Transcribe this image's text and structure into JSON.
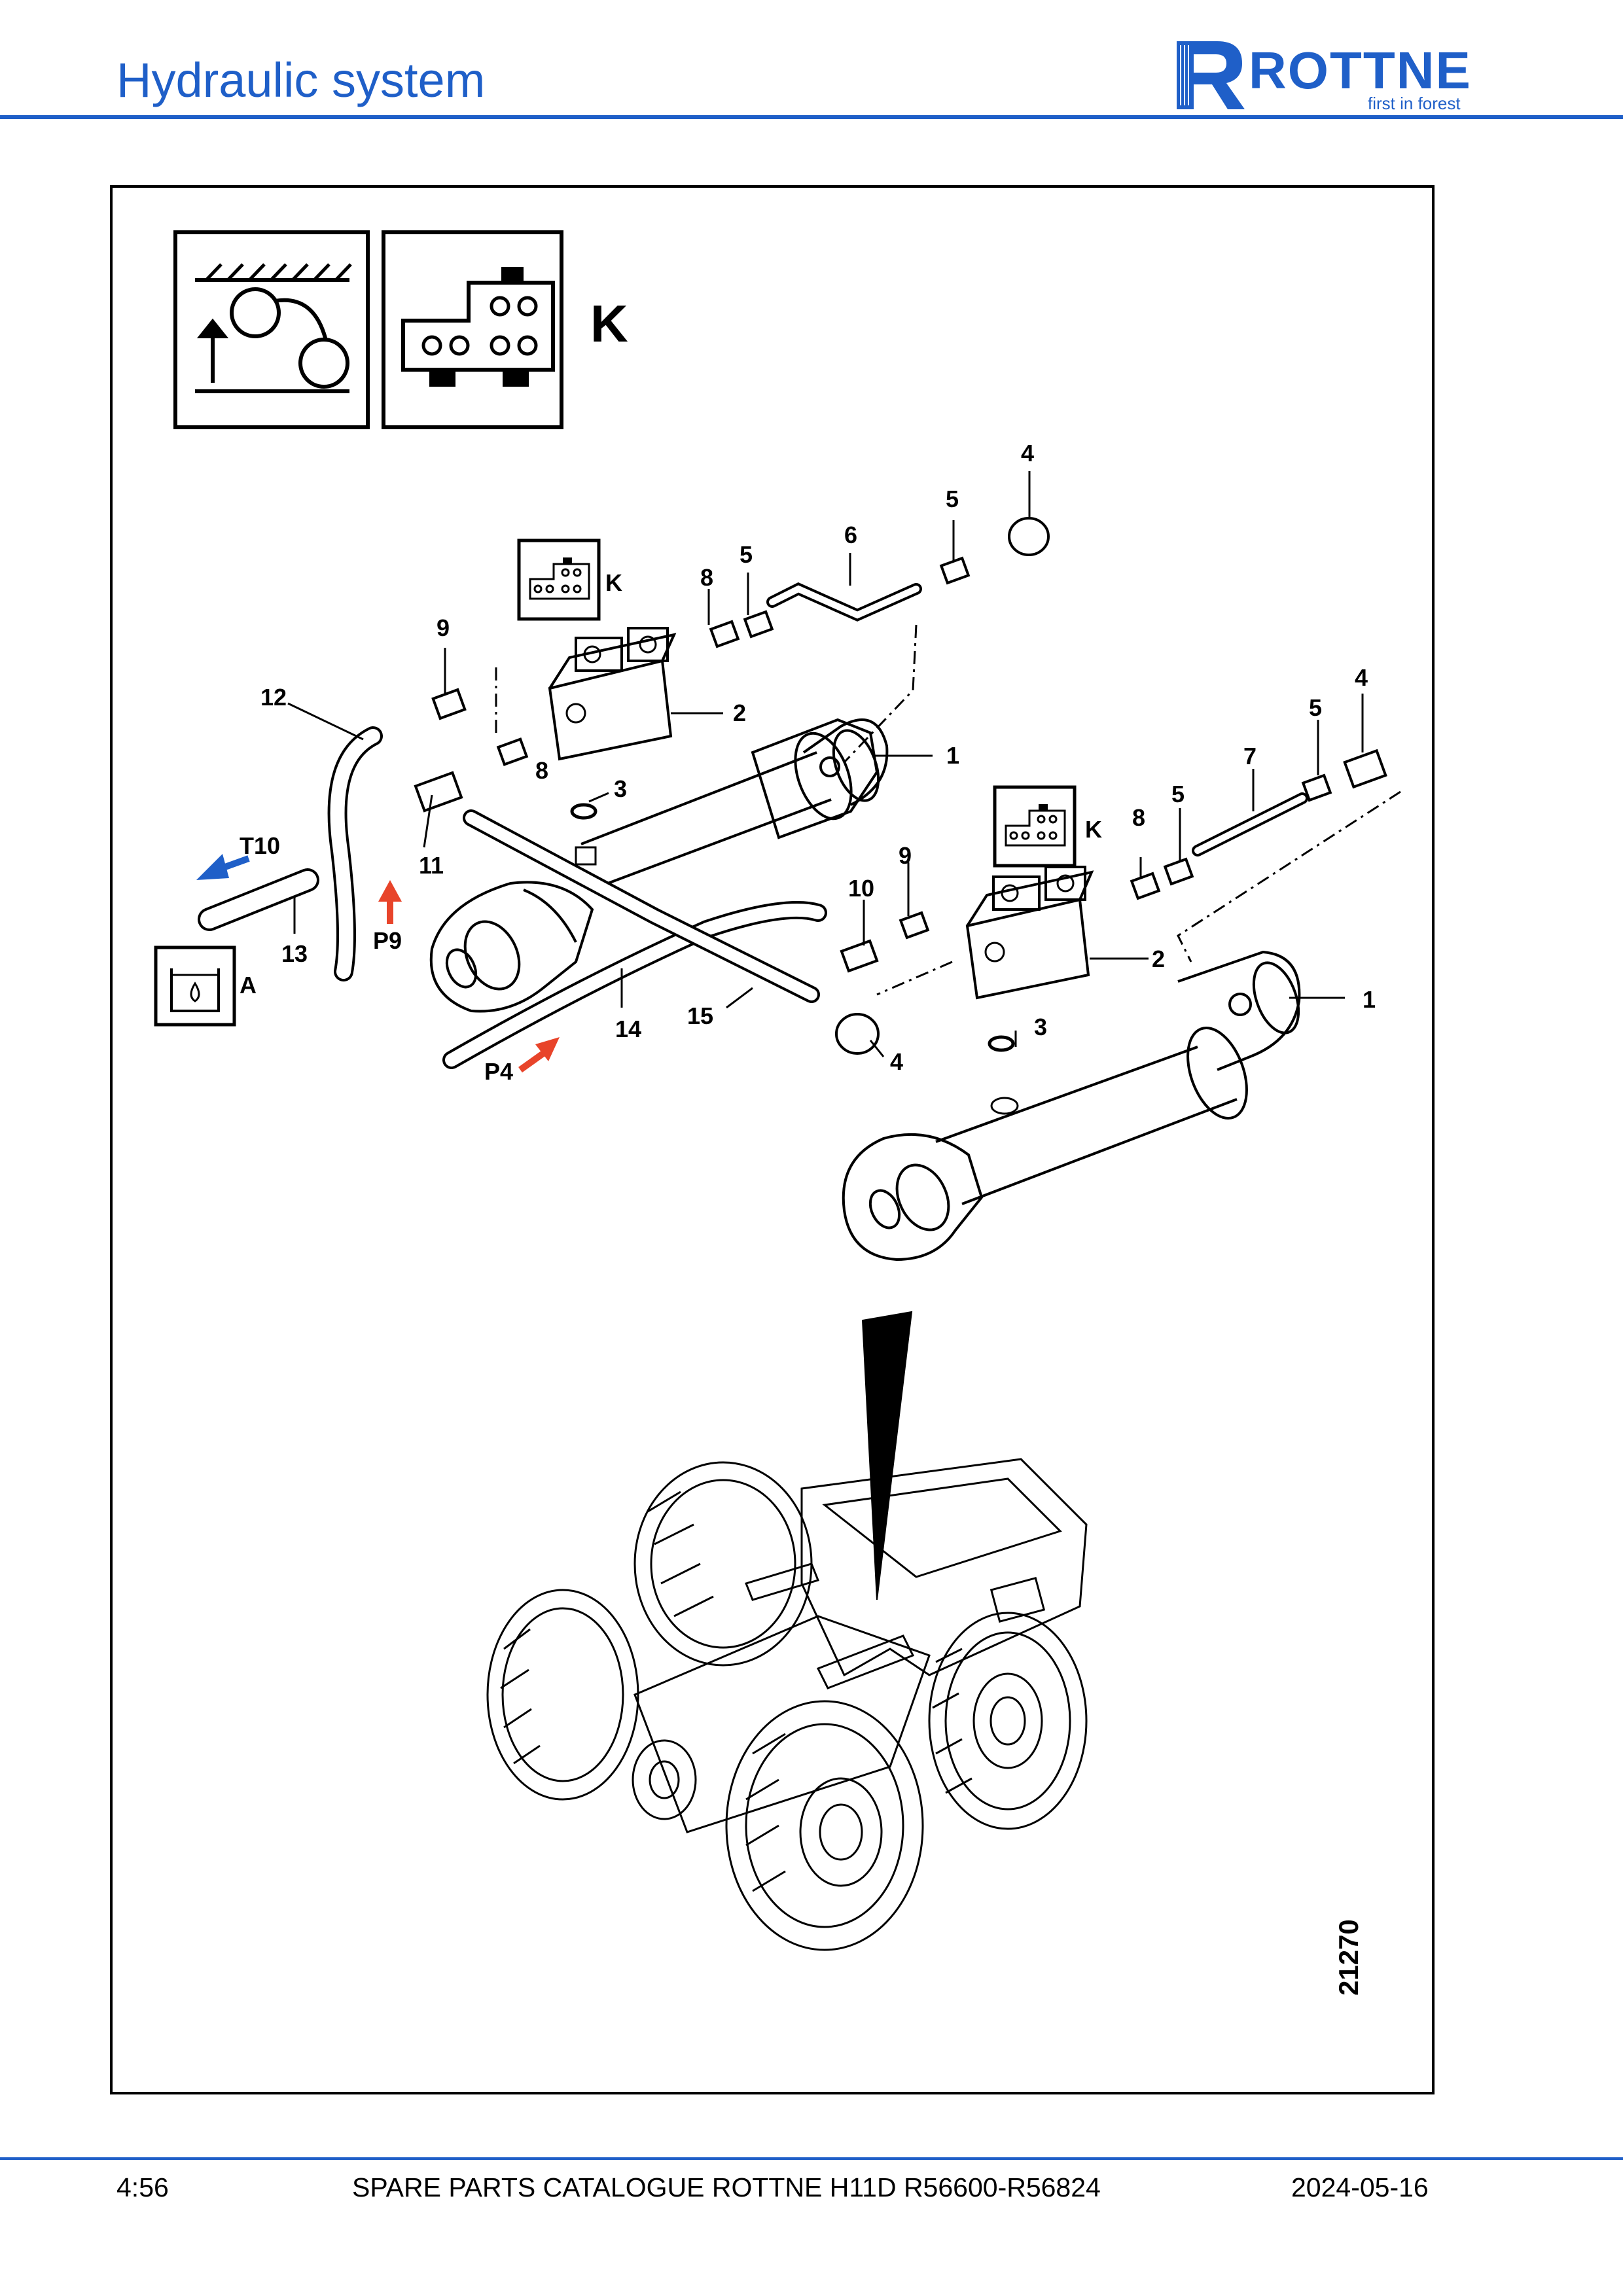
{
  "header": {
    "title": "Hydraulic system",
    "brand": "ROTTNE",
    "brand_tagline": "first in forest",
    "accent_color": "#1f5fc8"
  },
  "symbols": {
    "k_label": "K",
    "a_label": "A"
  },
  "callouts": {
    "c1a": "1",
    "c1b": "1",
    "c2a": "2",
    "c2b": "2",
    "c3a": "3",
    "c3b": "3",
    "c4a": "4",
    "c4b": "4",
    "c4c": "4",
    "c5a": "5",
    "c5b": "5",
    "c5c": "5",
    "c5d": "5",
    "c6": "6",
    "c7": "7",
    "c8a": "8",
    "c8b": "8",
    "c8c": "8",
    "c9a": "9",
    "c9b": "9",
    "c10": "10",
    "c11": "11",
    "c12": "12",
    "c13": "13",
    "c14": "14",
    "c15": "15"
  },
  "ports": {
    "t10": "T10",
    "p9": "P9",
    "p4": "P4",
    "k1": "K",
    "k2": "K"
  },
  "figure_number": "21270",
  "footer": {
    "page": "4:56",
    "catalogue": "SPARE PARTS CATALOGUE ROTTNE H11D R56600-R56824",
    "date": "2024-05-16"
  },
  "colors": {
    "red_arrow": "#e8442a",
    "blue_arrow": "#1f5fc8"
  }
}
